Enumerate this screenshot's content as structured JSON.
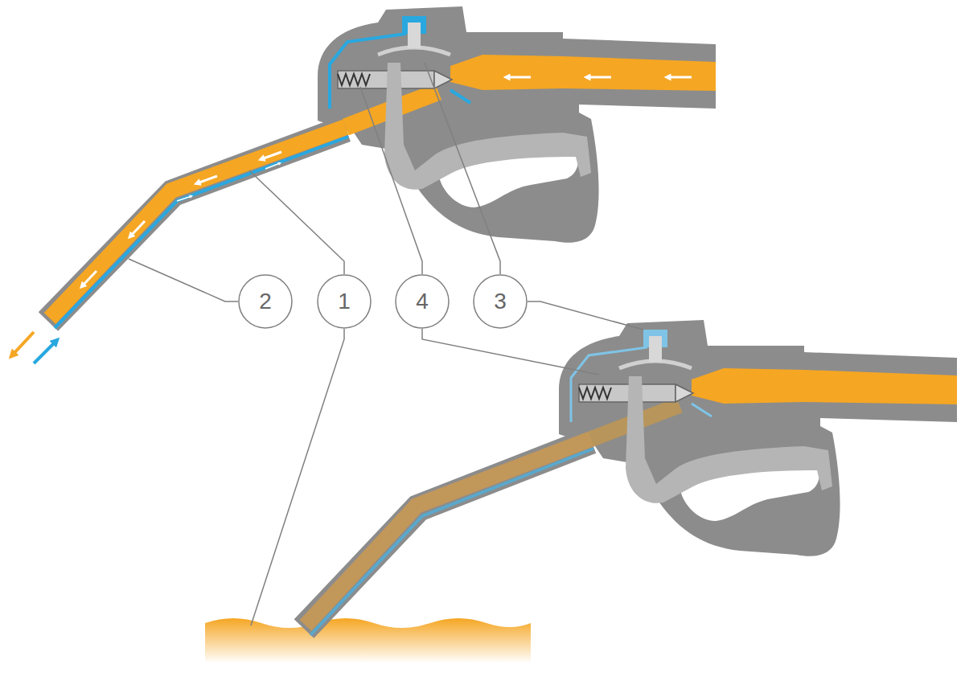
{
  "diagram": {
    "nodes": [
      {
        "text": [
          "2"
        ]
      },
      {
        "text": [
          "1"
        ]
      },
      {
        "text": [
          "4"
        ]
      },
      {
        "text": [
          "3"
        ]
      }
    ]
  }
}
